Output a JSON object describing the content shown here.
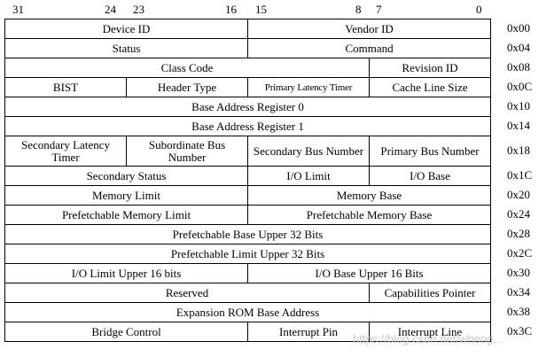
{
  "bit_numbers": [
    "31",
    "24",
    "23",
    "16",
    "15",
    "8",
    "7",
    "0"
  ],
  "rows": [
    {
      "offset": "0x00",
      "cells": [
        {
          "text": "Device ID",
          "span": 4
        },
        {
          "text": "Vendor ID",
          "span": 4
        }
      ]
    },
    {
      "offset": "0x04",
      "cells": [
        {
          "text": "Status",
          "span": 4
        },
        {
          "text": "Command",
          "span": 4
        }
      ]
    },
    {
      "offset": "0x08",
      "cells": [
        {
          "text": "Class Code",
          "span": 6
        },
        {
          "text": "Revision ID",
          "span": 2
        }
      ]
    },
    {
      "offset": "0x0C",
      "cells": [
        {
          "text": "BIST",
          "span": 2
        },
        {
          "text": "Header Type",
          "span": 2
        },
        {
          "text": "Primary Latency Timer",
          "span": 2,
          "small": true
        },
        {
          "text": "Cache Line Size",
          "span": 2
        }
      ]
    },
    {
      "offset": "0x10",
      "cells": [
        {
          "text": "Base Address Register 0",
          "span": 8
        }
      ]
    },
    {
      "offset": "0x14",
      "cells": [
        {
          "text": "Base Address Register 1",
          "span": 8
        }
      ]
    },
    {
      "offset": "0x18",
      "tall": true,
      "cells": [
        {
          "text": "Secondary Latency Timer",
          "span": 2
        },
        {
          "text": "Subordinate Bus Number",
          "span": 2
        },
        {
          "text": "Secondary Bus Number",
          "span": 2
        },
        {
          "text": "Primary Bus Number",
          "span": 2
        }
      ]
    },
    {
      "offset": "0x1C",
      "cells": [
        {
          "text": "Secondary Status",
          "span": 4
        },
        {
          "text": "I/O Limit",
          "span": 2
        },
        {
          "text": "I/O Base",
          "span": 2
        }
      ]
    },
    {
      "offset": "0x20",
      "cells": [
        {
          "text": "Memory Limit",
          "span": 4
        },
        {
          "text": "Memory Base",
          "span": 4
        }
      ]
    },
    {
      "offset": "0x24",
      "cells": [
        {
          "text": "Prefetchable Memory Limit",
          "span": 4
        },
        {
          "text": "Prefetchable Memory Base",
          "span": 4
        }
      ]
    },
    {
      "offset": "0x28",
      "cells": [
        {
          "text": "Prefetchable Base Upper 32 Bits",
          "span": 8
        }
      ]
    },
    {
      "offset": "0x2C",
      "cells": [
        {
          "text": "Prefetchable Limit Upper 32 Bits",
          "span": 8
        }
      ]
    },
    {
      "offset": "0x30",
      "cells": [
        {
          "text": "I/O Limit Upper 16 bits",
          "span": 4
        },
        {
          "text": "I/O Base Upper 16 Bits",
          "span": 4
        }
      ]
    },
    {
      "offset": "0x34",
      "cells": [
        {
          "text": "Reserved",
          "span": 6
        },
        {
          "text": "Capabilities Pointer",
          "span": 2
        }
      ]
    },
    {
      "offset": "0x38",
      "cells": [
        {
          "text": "Expansion ROM Base Address",
          "span": 8
        }
      ]
    },
    {
      "offset": "0x3C",
      "cells": [
        {
          "text": "Bridge Control",
          "span": 4
        },
        {
          "text": "Interrupt Pin",
          "span": 2
        },
        {
          "text": "Interrupt Line",
          "span": 2
        }
      ]
    }
  ],
  "watermark": "https://blog.csdn.net/wheng..."
}
